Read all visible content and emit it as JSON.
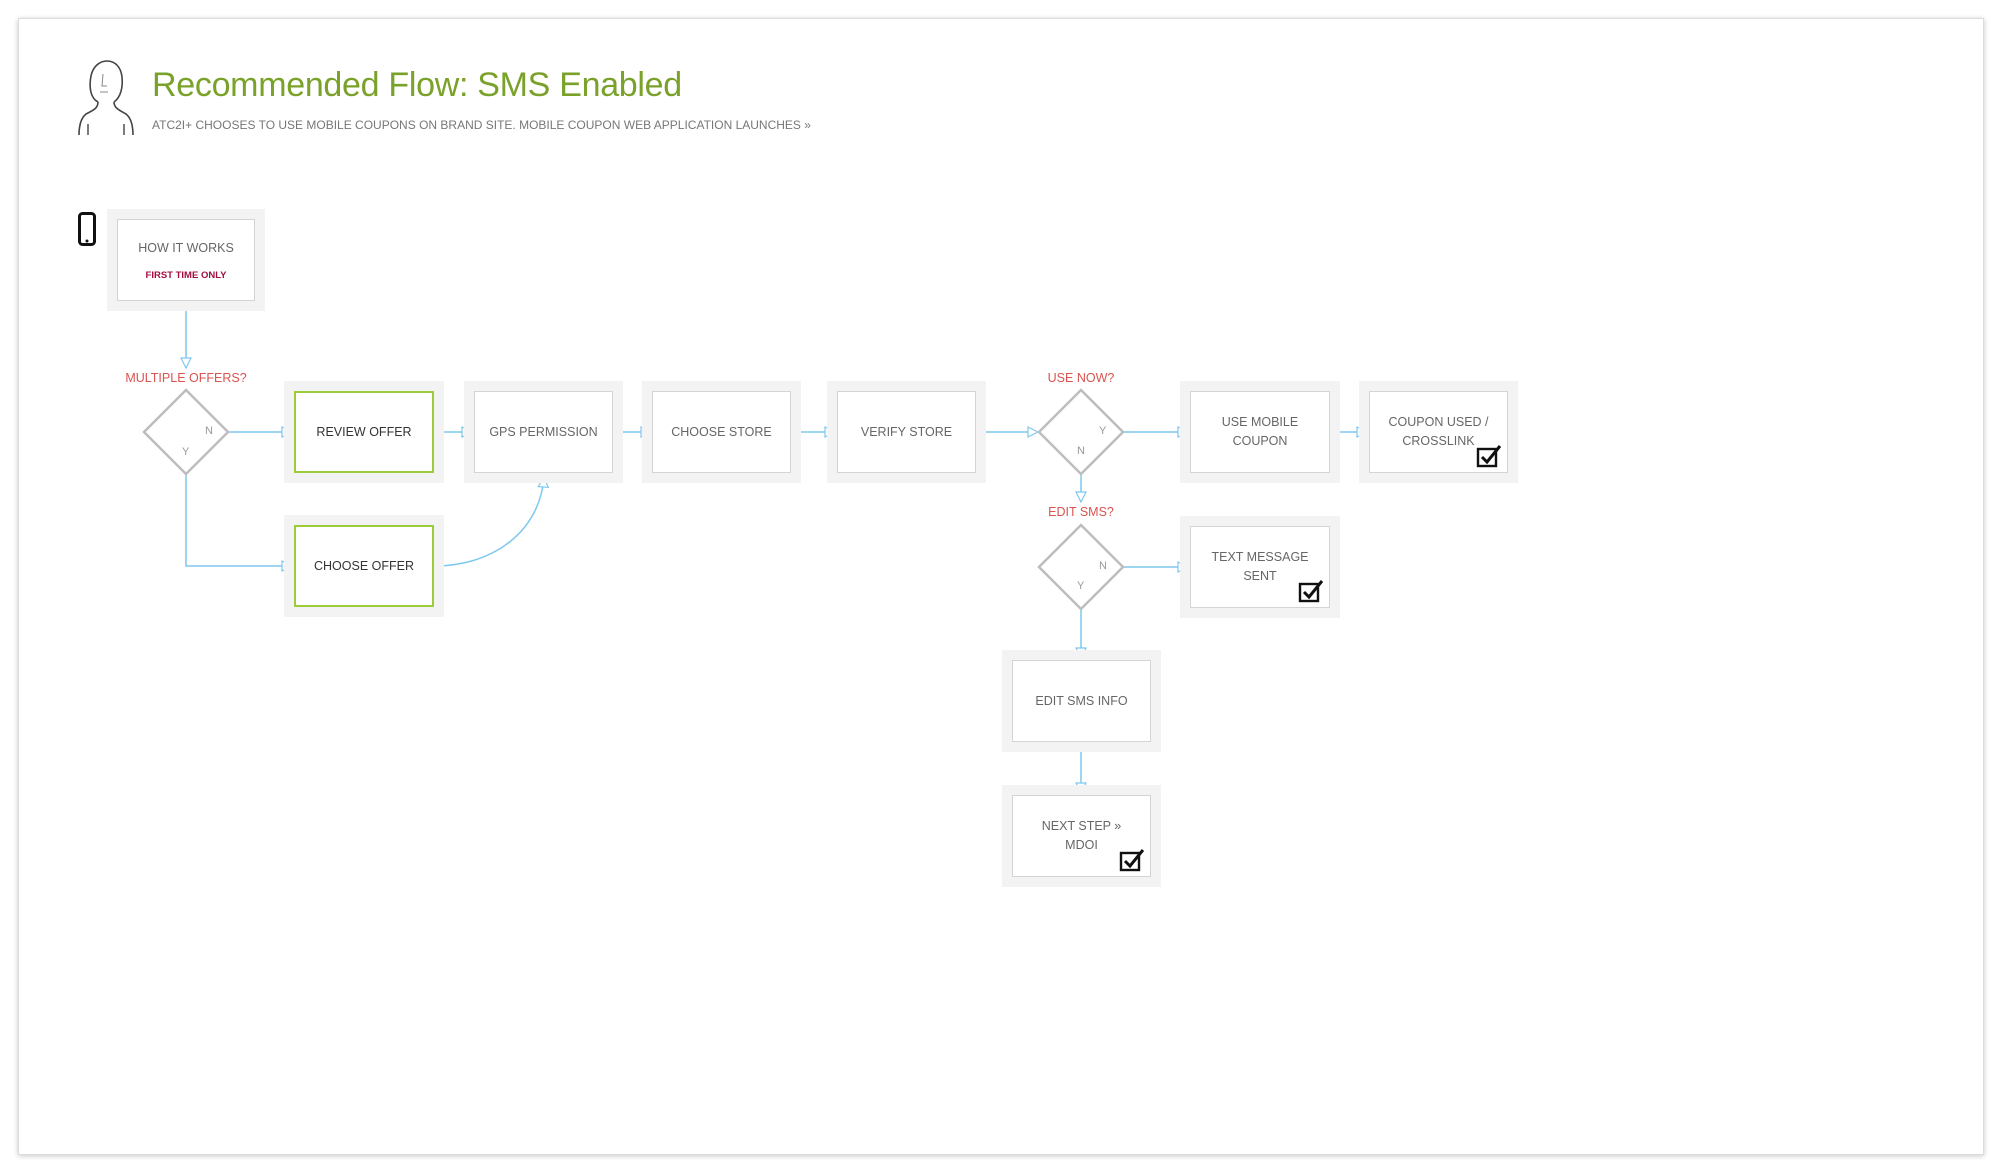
{
  "header": {
    "title": "Recommended Flow: SMS Enabled",
    "subtitle": "ATC2I+ CHOOSES TO USE MOBILE COUPONS ON BRAND SITE. MOBILE COUPON WEB APPLICATION LAUNCHES »"
  },
  "icons": {
    "user": "user-outline-icon",
    "device": "mobile-phone-icon",
    "complete": "checkbox-checked-icon"
  },
  "colors": {
    "title": "#7aa22a",
    "question": "#d9534f",
    "connector": "#7ec8ee",
    "highlight_border": "#9ccc3a",
    "note": "#a0103e"
  },
  "nodes": {
    "how_it_works": {
      "label": "HOW IT WORKS",
      "note": "FIRST TIME ONLY"
    },
    "review_offer": {
      "label": "REVIEW OFFER"
    },
    "choose_offer": {
      "label": "CHOOSE OFFER"
    },
    "gps_permission": {
      "label": "GPS PERMISSION"
    },
    "choose_store": {
      "label": "CHOOSE STORE"
    },
    "verify_store": {
      "label": "VERIFY STORE"
    },
    "use_mobile_coupon": {
      "label": "USE MOBILE COUPON"
    },
    "coupon_used": {
      "label": "COUPON USED / CROSSLINK"
    },
    "text_message_sent": {
      "label": "TEXT MESSAGE SENT"
    },
    "edit_sms_info": {
      "label": "EDIT SMS INFO"
    },
    "next_step": {
      "label": "NEXT STEP » MDOI"
    }
  },
  "decisions": {
    "multiple_offers": {
      "question": "MULTIPLE OFFERS?",
      "yes": "Y",
      "no": "N"
    },
    "use_now": {
      "question": "USE NOW?",
      "yes": "Y",
      "no": "N"
    },
    "edit_sms": {
      "question": "EDIT SMS?",
      "yes": "Y",
      "no": "N"
    }
  }
}
